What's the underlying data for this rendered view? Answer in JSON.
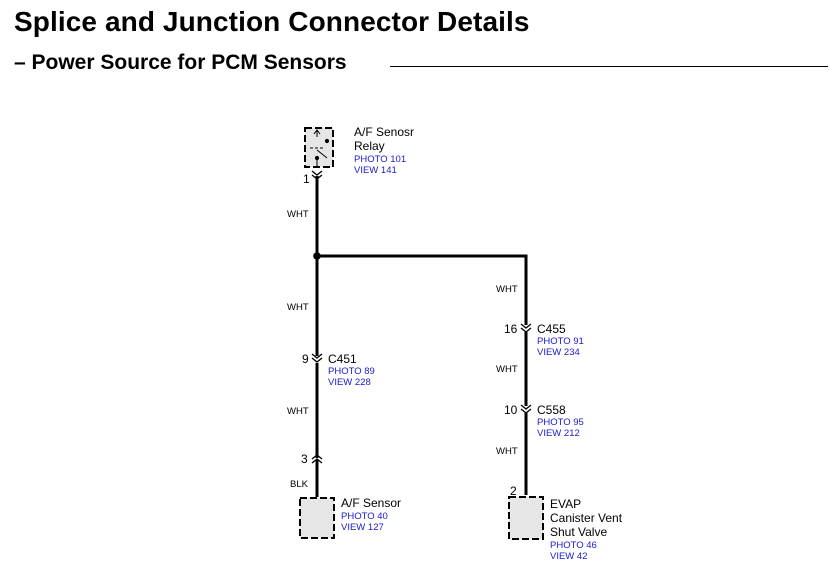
{
  "title": "Splice and Junction Connector Details",
  "subtitle": "– Power Source for PCM Sensors",
  "components": {
    "relay": {
      "name_line1": "A/F Senosr",
      "name_line2": "Relay",
      "photo": "PHOTO 101",
      "view": "VIEW 141",
      "pin": "1"
    },
    "af_sensor": {
      "name": "A/F Sensor",
      "photo": "PHOTO 40",
      "view": "VIEW 127",
      "pin": "3"
    },
    "evap_valve": {
      "name_line1": "EVAP",
      "name_line2": "Canister Vent",
      "name_line3": "Shut Valve",
      "photo": "PHOTO 46",
      "view": "VIEW 42",
      "pin": "2"
    }
  },
  "connectors": {
    "c451": {
      "name": "C451",
      "pin": "9",
      "photo": "PHOTO 89",
      "view": "VIEW 228"
    },
    "c455": {
      "name": "C455",
      "pin": "16",
      "photo": "PHOTO 91",
      "view": "VIEW 234"
    },
    "c558": {
      "name": "C558",
      "pin": "10",
      "photo": "PHOTO 95",
      "view": "VIEW 212"
    }
  },
  "wire_colors": {
    "relay_to_splice": "WHT",
    "splice_to_c451": "WHT",
    "c451_to_sensor_conn": "WHT",
    "sensor_lead": "BLK",
    "splice_to_c455": "WHT",
    "c455_to_c558": "WHT",
    "c558_to_evap": "WHT"
  },
  "colors": {
    "wire": "#000000",
    "reference": "#1a1acc",
    "component_fill": "#e6e6e6"
  }
}
